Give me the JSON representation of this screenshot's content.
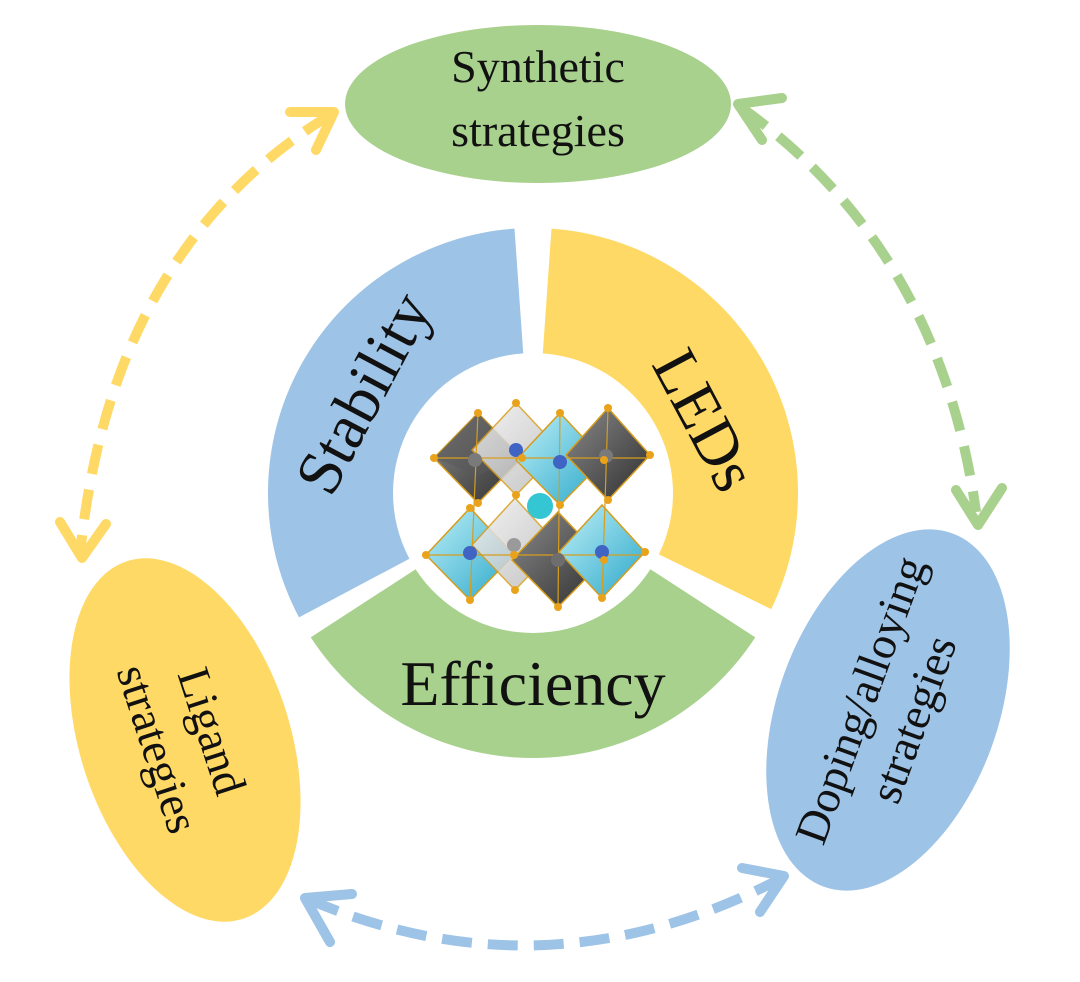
{
  "colors": {
    "green": "#a9d18e",
    "blue": "#9dc3e6",
    "yellow": "#ffd966",
    "arrow_green": "#a9d18e",
    "arrow_blue": "#9dc3e6",
    "arrow_yellow": "#ffd966",
    "text": "#111111"
  },
  "ring": {
    "stability": "Stability",
    "leds": "LEDs",
    "efficiency": "Efficiency"
  },
  "nodes": {
    "synthetic": {
      "line1": "Synthetic",
      "line2": "strategies"
    },
    "ligand": {
      "line1": "Ligand",
      "line2": "strategies"
    },
    "doping": {
      "line1": "Doping/alloying",
      "line2": "strategies"
    }
  },
  "center_image": "perovskite-crystal-structure"
}
